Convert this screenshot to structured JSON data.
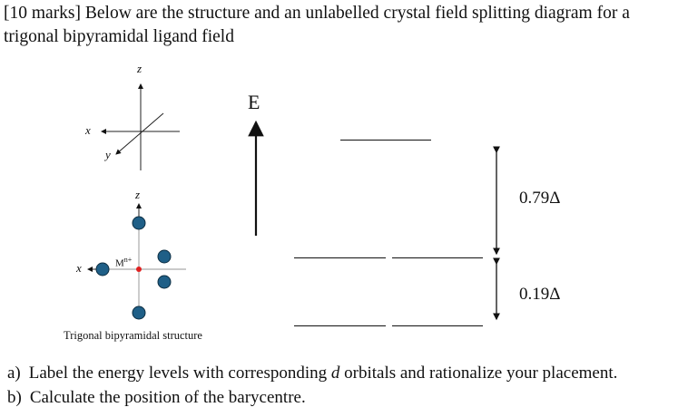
{
  "header": {
    "text": "[10 marks] Below are the structure and an unlabelled crystal field splitting diagram for a trigonal bipyramidal ligand field"
  },
  "axes": {
    "x": "x",
    "y": "y",
    "z": "z"
  },
  "structure": {
    "axis_x": "x",
    "axis_z": "z",
    "metal": "M",
    "metal_charge": "n+",
    "caption": "Trigonal bipyramidal structure",
    "ligand_color": "#1f5f87",
    "metal_color": "#e02020"
  },
  "diagram": {
    "energy_label": "E",
    "upper_gap": "0.79Δ",
    "lower_gap": "0.19Δ"
  },
  "questions": {
    "a_letter": "a)",
    "a_pre": "Label the energy levels with corresponding ",
    "a_italic": "d",
    "a_post": " orbitals and rationalize your placement.",
    "b_letter": "b)",
    "b_text": "Calculate the position of the barycentre."
  }
}
